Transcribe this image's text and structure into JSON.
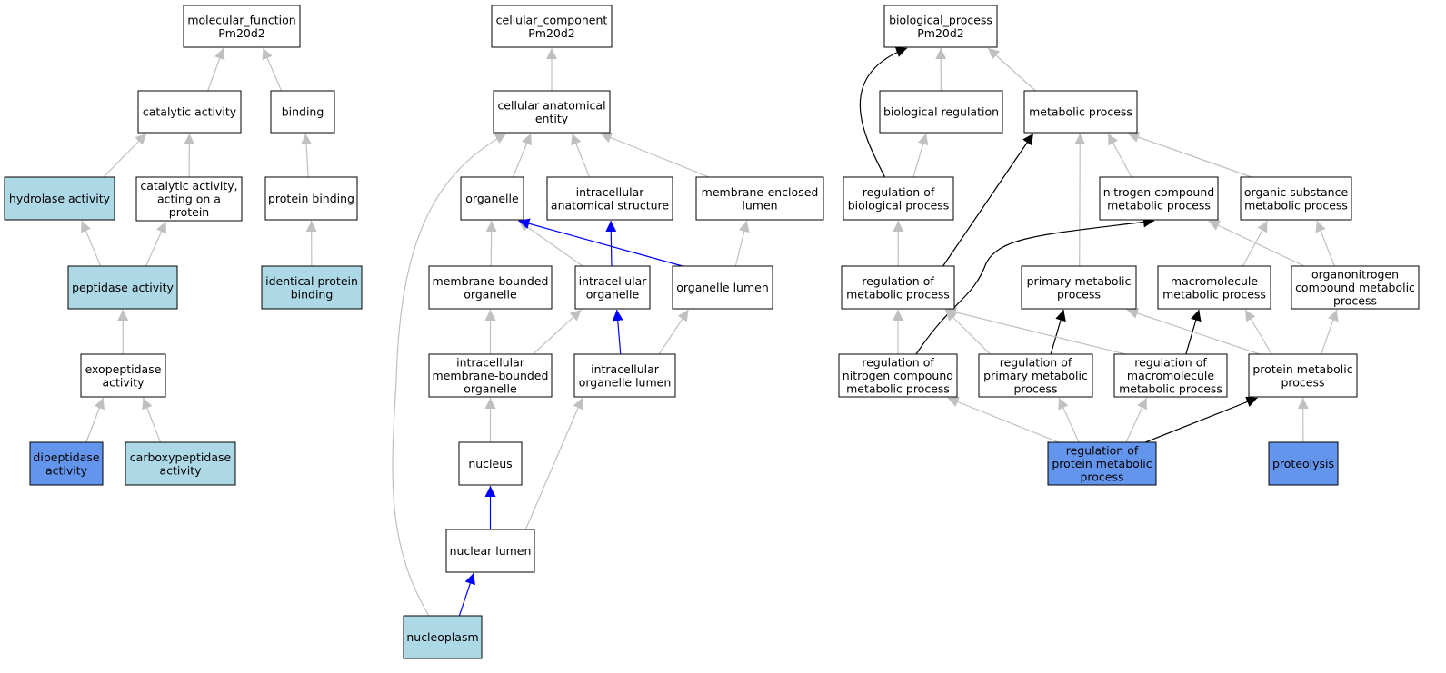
{
  "colors": {
    "plain": "#ffffff",
    "light": "#add8e6",
    "dark": "#6495ed",
    "edge_gray": "#c0c0c0",
    "edge_black": "#000000",
    "edge_blue": "#0000ff"
  },
  "nodes": [
    {
      "id": "mf",
      "lines": [
        "molecular_function",
        "Pm20d2"
      ],
      "fill": "plain"
    },
    {
      "id": "catalytic",
      "lines": [
        "catalytic activity"
      ],
      "fill": "plain"
    },
    {
      "id": "binding",
      "lines": [
        "binding"
      ],
      "fill": "plain"
    },
    {
      "id": "hydrolase",
      "lines": [
        "hydrolase activity"
      ],
      "fill": "light"
    },
    {
      "id": "cat_protein",
      "lines": [
        "catalytic activity,",
        "acting on a",
        "protein"
      ],
      "fill": "plain"
    },
    {
      "id": "protein_binding",
      "lines": [
        "protein binding"
      ],
      "fill": "plain"
    },
    {
      "id": "peptidase",
      "lines": [
        "peptidase activity"
      ],
      "fill": "light"
    },
    {
      "id": "identical",
      "lines": [
        "identical protein",
        "binding"
      ],
      "fill": "light"
    },
    {
      "id": "exopeptidase",
      "lines": [
        "exopeptidase",
        "activity"
      ],
      "fill": "plain"
    },
    {
      "id": "dipeptidase",
      "lines": [
        "dipeptidase",
        "activity"
      ],
      "fill": "dark"
    },
    {
      "id": "carboxy",
      "lines": [
        "carboxypeptidase",
        "activity"
      ],
      "fill": "light"
    },
    {
      "id": "cc",
      "lines": [
        "cellular_component",
        "Pm20d2"
      ],
      "fill": "plain"
    },
    {
      "id": "cae",
      "lines": [
        "cellular anatomical",
        "entity"
      ],
      "fill": "plain"
    },
    {
      "id": "organelle",
      "lines": [
        "organelle"
      ],
      "fill": "plain"
    },
    {
      "id": "ias",
      "lines": [
        "intracellular",
        "anatomical structure"
      ],
      "fill": "plain"
    },
    {
      "id": "mel",
      "lines": [
        "membrane-enclosed",
        "lumen"
      ],
      "fill": "plain"
    },
    {
      "id": "mbo",
      "lines": [
        "membrane-bounded",
        "organelle"
      ],
      "fill": "plain"
    },
    {
      "id": "io",
      "lines": [
        "intracellular",
        "organelle"
      ],
      "fill": "plain"
    },
    {
      "id": "ol",
      "lines": [
        "organelle lumen"
      ],
      "fill": "plain"
    },
    {
      "id": "imbo",
      "lines": [
        "intracellular",
        "membrane-bounded",
        "organelle"
      ],
      "fill": "plain"
    },
    {
      "id": "iol",
      "lines": [
        "intracellular",
        "organelle lumen"
      ],
      "fill": "plain"
    },
    {
      "id": "nucleus",
      "lines": [
        "nucleus"
      ],
      "fill": "plain"
    },
    {
      "id": "nl",
      "lines": [
        "nuclear lumen"
      ],
      "fill": "plain"
    },
    {
      "id": "nucleoplasm",
      "lines": [
        "nucleoplasm"
      ],
      "fill": "light"
    },
    {
      "id": "bp",
      "lines": [
        "biological_process",
        "Pm20d2"
      ],
      "fill": "plain"
    },
    {
      "id": "breg",
      "lines": [
        "biological regulation"
      ],
      "fill": "plain"
    },
    {
      "id": "mp",
      "lines": [
        "metabolic process"
      ],
      "fill": "plain"
    },
    {
      "id": "rbp",
      "lines": [
        "regulation of",
        "biological process"
      ],
      "fill": "plain"
    },
    {
      "id": "ncmp",
      "lines": [
        "nitrogen compound",
        "metabolic process"
      ],
      "fill": "plain"
    },
    {
      "id": "osmp",
      "lines": [
        "organic substance",
        "metabolic process"
      ],
      "fill": "plain"
    },
    {
      "id": "rmp",
      "lines": [
        "regulation of",
        "metabolic process"
      ],
      "fill": "plain"
    },
    {
      "id": "pmp",
      "lines": [
        "primary metabolic",
        "process"
      ],
      "fill": "plain"
    },
    {
      "id": "mmp",
      "lines": [
        "macromolecule",
        "metabolic process"
      ],
      "fill": "plain"
    },
    {
      "id": "ocmp",
      "lines": [
        "organonitrogen",
        "compound metabolic",
        "process"
      ],
      "fill": "plain"
    },
    {
      "id": "rncmp",
      "lines": [
        "regulation of",
        "nitrogen compound",
        "metabolic process"
      ],
      "fill": "plain"
    },
    {
      "id": "rpmp",
      "lines": [
        "regulation of",
        "primary metabolic",
        "process"
      ],
      "fill": "plain"
    },
    {
      "id": "rmmp",
      "lines": [
        "regulation of",
        "macromolecule",
        "metabolic process"
      ],
      "fill": "plain"
    },
    {
      "id": "protmp",
      "lines": [
        "protein metabolic",
        "process"
      ],
      "fill": "plain"
    },
    {
      "id": "rprotmp",
      "lines": [
        "regulation of",
        "protein metabolic",
        "process"
      ],
      "fill": "dark"
    },
    {
      "id": "proteolysis",
      "lines": [
        "proteolysis"
      ],
      "fill": "dark"
    }
  ],
  "edges": [
    {
      "from": "catalytic",
      "to": "mf",
      "color": "edge_gray"
    },
    {
      "from": "binding",
      "to": "mf",
      "color": "edge_gray"
    },
    {
      "from": "hydrolase",
      "to": "catalytic",
      "color": "edge_gray"
    },
    {
      "from": "cat_protein",
      "to": "catalytic",
      "color": "edge_gray"
    },
    {
      "from": "protein_binding",
      "to": "binding",
      "color": "edge_gray"
    },
    {
      "from": "peptidase",
      "to": "hydrolase",
      "color": "edge_gray"
    },
    {
      "from": "peptidase",
      "to": "cat_protein",
      "color": "edge_gray"
    },
    {
      "from": "identical",
      "to": "protein_binding",
      "color": "edge_gray"
    },
    {
      "from": "exopeptidase",
      "to": "peptidase",
      "color": "edge_gray"
    },
    {
      "from": "dipeptidase",
      "to": "exopeptidase",
      "color": "edge_gray"
    },
    {
      "from": "carboxy",
      "to": "exopeptidase",
      "color": "edge_gray"
    },
    {
      "from": "cae",
      "to": "cc",
      "color": "edge_gray"
    },
    {
      "from": "organelle",
      "to": "cae",
      "color": "edge_gray"
    },
    {
      "from": "ias",
      "to": "cae",
      "color": "edge_gray"
    },
    {
      "from": "mel",
      "to": "cae",
      "color": "edge_gray"
    },
    {
      "from": "nucleoplasm",
      "to": "cae",
      "color": "edge_gray",
      "curve": "left"
    },
    {
      "from": "mbo",
      "to": "organelle",
      "color": "edge_gray"
    },
    {
      "from": "io",
      "to": "organelle",
      "color": "edge_gray"
    },
    {
      "from": "io",
      "to": "ias",
      "color": "edge_blue"
    },
    {
      "from": "ol",
      "to": "organelle",
      "color": "edge_blue"
    },
    {
      "from": "ol",
      "to": "mel",
      "color": "edge_gray"
    },
    {
      "from": "imbo",
      "to": "mbo",
      "color": "edge_gray"
    },
    {
      "from": "imbo",
      "to": "io",
      "color": "edge_gray"
    },
    {
      "from": "iol",
      "to": "io",
      "color": "edge_blue"
    },
    {
      "from": "iol",
      "to": "ol",
      "color": "edge_gray"
    },
    {
      "from": "nucleus",
      "to": "imbo",
      "color": "edge_gray"
    },
    {
      "from": "nl",
      "to": "nucleus",
      "color": "edge_blue"
    },
    {
      "from": "nl",
      "to": "iol",
      "color": "edge_gray"
    },
    {
      "from": "nucleoplasm",
      "to": "nl",
      "color": "edge_blue"
    },
    {
      "from": "breg",
      "to": "bp",
      "color": "edge_gray"
    },
    {
      "from": "mp",
      "to": "bp",
      "color": "edge_gray"
    },
    {
      "from": "rbp",
      "to": "bp",
      "color": "edge_black",
      "curve": "left"
    },
    {
      "from": "rbp",
      "to": "breg",
      "color": "edge_gray"
    },
    {
      "from": "ncmp",
      "to": "mp",
      "color": "edge_gray"
    },
    {
      "from": "osmp",
      "to": "mp",
      "color": "edge_gray"
    },
    {
      "from": "rmp",
      "to": "rbp",
      "color": "edge_gray"
    },
    {
      "from": "rmp",
      "to": "mp",
      "color": "edge_black"
    },
    {
      "from": "pmp",
      "to": "mp",
      "color": "edge_gray"
    },
    {
      "from": "mmp",
      "to": "osmp",
      "color": "edge_gray"
    },
    {
      "from": "ocmp",
      "to": "ncmp",
      "color": "edge_gray"
    },
    {
      "from": "ocmp",
      "to": "osmp",
      "color": "edge_gray"
    },
    {
      "from": "rncmp",
      "to": "rmp",
      "color": "edge_gray"
    },
    {
      "from": "rncmp",
      "to": "ncmp",
      "color": "edge_black",
      "curve": "s"
    },
    {
      "from": "rpmp",
      "to": "rmp",
      "color": "edge_gray"
    },
    {
      "from": "rpmp",
      "to": "pmp",
      "color": "edge_black"
    },
    {
      "from": "rmmp",
      "to": "rmp",
      "color": "edge_gray"
    },
    {
      "from": "rmmp",
      "to": "mmp",
      "color": "edge_black"
    },
    {
      "from": "protmp",
      "to": "pmp",
      "color": "edge_gray"
    },
    {
      "from": "protmp",
      "to": "mmp",
      "color": "edge_gray"
    },
    {
      "from": "protmp",
      "to": "ocmp",
      "color": "edge_gray"
    },
    {
      "from": "rprotmp",
      "to": "rncmp",
      "color": "edge_gray"
    },
    {
      "from": "rprotmp",
      "to": "rpmp",
      "color": "edge_gray"
    },
    {
      "from": "rprotmp",
      "to": "rmmp",
      "color": "edge_gray"
    },
    {
      "from": "rprotmp",
      "to": "protmp",
      "color": "edge_black"
    },
    {
      "from": "proteolysis",
      "to": "protmp",
      "color": "edge_gray"
    }
  ]
}
